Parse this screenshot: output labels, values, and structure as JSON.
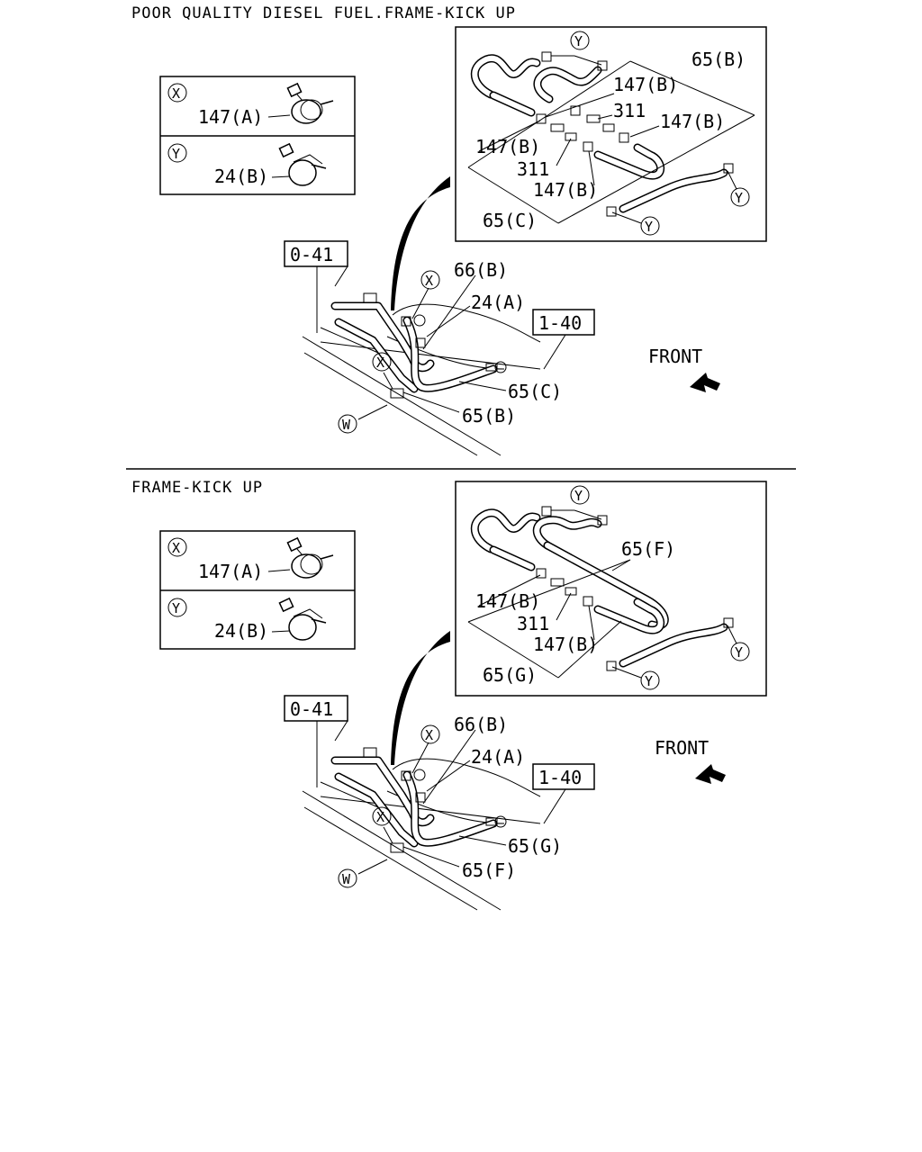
{
  "sections": [
    {
      "title": "POOR QUALITY DIESEL FUEL.FRAME-KICK UP",
      "legend": [
        {
          "marker": "X",
          "part": "147(A)"
        },
        {
          "marker": "Y",
          "part": "24(B)"
        }
      ],
      "detail_labels": [
        "65(B)",
        "147(B)",
        "311",
        "147(B)",
        "147(B)",
        "311",
        "147(B)",
        "65(C)"
      ],
      "detail_markers": [
        "Y",
        "Y",
        "Y"
      ],
      "main_labels": [
        "66(B)",
        "24(A)",
        "65(C)",
        "65(B)"
      ],
      "main_markers": [
        "X",
        "X",
        "W"
      ],
      "ref_boxes": [
        "0-41",
        "1-40"
      ],
      "front_label": "FRONT"
    },
    {
      "title": "FRAME-KICK UP",
      "legend": [
        {
          "marker": "X",
          "part": "147(A)"
        },
        {
          "marker": "Y",
          "part": "24(B)"
        }
      ],
      "detail_labels": [
        "65(F)",
        "147(B)",
        "311",
        "147(B)",
        "65(G)"
      ],
      "detail_markers": [
        "Y",
        "Y",
        "Y"
      ],
      "main_labels": [
        "66(B)",
        "24(A)",
        "65(G)",
        "65(F)"
      ],
      "main_markers": [
        "X",
        "X",
        "W"
      ],
      "ref_boxes": [
        "0-41",
        "1-40"
      ],
      "front_label": "FRONT"
    }
  ]
}
